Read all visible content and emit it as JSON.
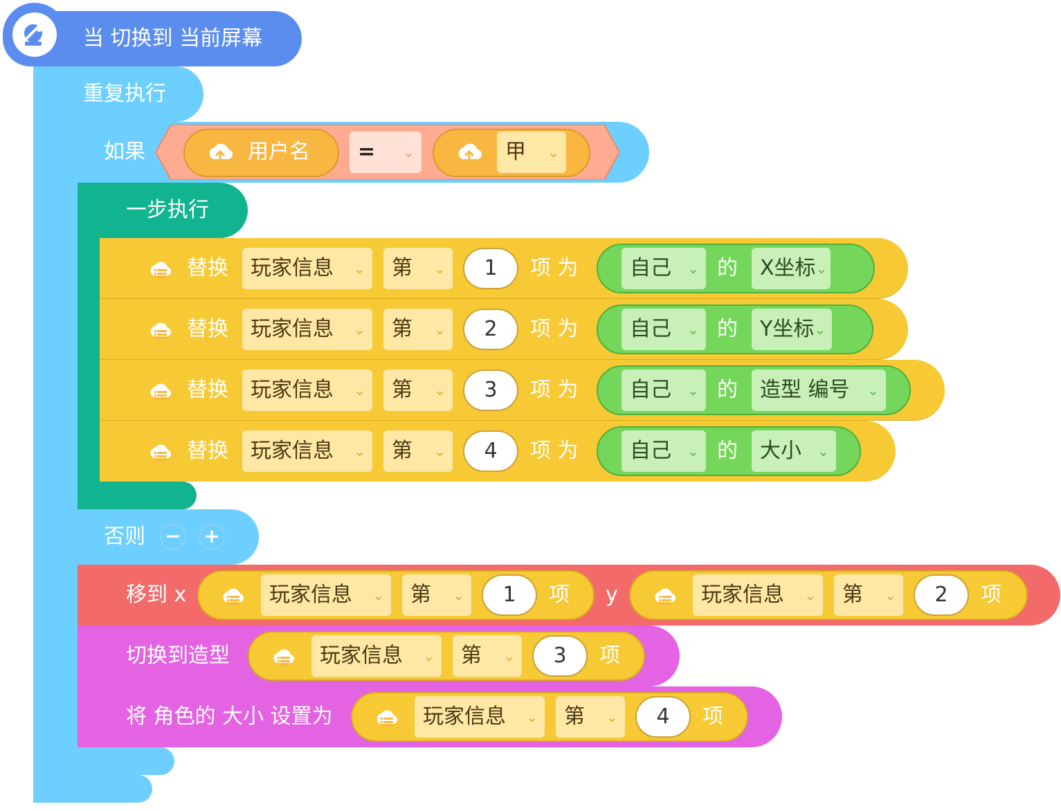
{
  "hat": {
    "label": "当 切换到 当前屏幕",
    "icon": "satellite-dish-icon"
  },
  "repeat": {
    "label": "重复执行"
  },
  "if": {
    "label": "如果",
    "left": "用户名",
    "op": "=",
    "right": "甲"
  },
  "step": {
    "label": "一步执行"
  },
  "replace_rows": [
    {
      "verb": "替换",
      "list": "玩家信息",
      "nth": "第",
      "index": "1",
      "item_as": "项 为",
      "who": "自己",
      "of": "的",
      "attr": "X坐标"
    },
    {
      "verb": "替换",
      "list": "玩家信息",
      "nth": "第",
      "index": "2",
      "item_as": "项 为",
      "who": "自己",
      "of": "的",
      "attr": "Y坐标"
    },
    {
      "verb": "替换",
      "list": "玩家信息",
      "nth": "第",
      "index": "3",
      "item_as": "项 为",
      "who": "自己",
      "of": "的",
      "attr": "造型 编号"
    },
    {
      "verb": "替换",
      "list": "玩家信息",
      "nth": "第",
      "index": "4",
      "item_as": "项 为",
      "who": "自己",
      "of": "的",
      "attr": "大小"
    }
  ],
  "else": {
    "label": "否则",
    "minus": "−",
    "plus": "+"
  },
  "move": {
    "label": "移到 x",
    "y": "y",
    "x_item": {
      "list": "玩家信息",
      "nth": "第",
      "index": "1",
      "item": "项"
    },
    "y_item": {
      "list": "玩家信息",
      "nth": "第",
      "index": "2",
      "item": "项"
    }
  },
  "costume": {
    "label": "切换到造型",
    "item": {
      "list": "玩家信息",
      "nth": "第",
      "index": "3",
      "item": "项"
    }
  },
  "size": {
    "label": "将 角色的 大小 设置为",
    "item": {
      "list": "玩家信息",
      "nth": "第",
      "index": "4",
      "item": "项"
    }
  },
  "colors": {
    "hat": "#5B8DEF",
    "control": "#6CCFFF",
    "step": "#12B38F",
    "data": "#F7C935",
    "sensing": "#74D65A",
    "motion": "#F36A6A",
    "looks": "#E363E3",
    "compare": "#FFAB91"
  }
}
